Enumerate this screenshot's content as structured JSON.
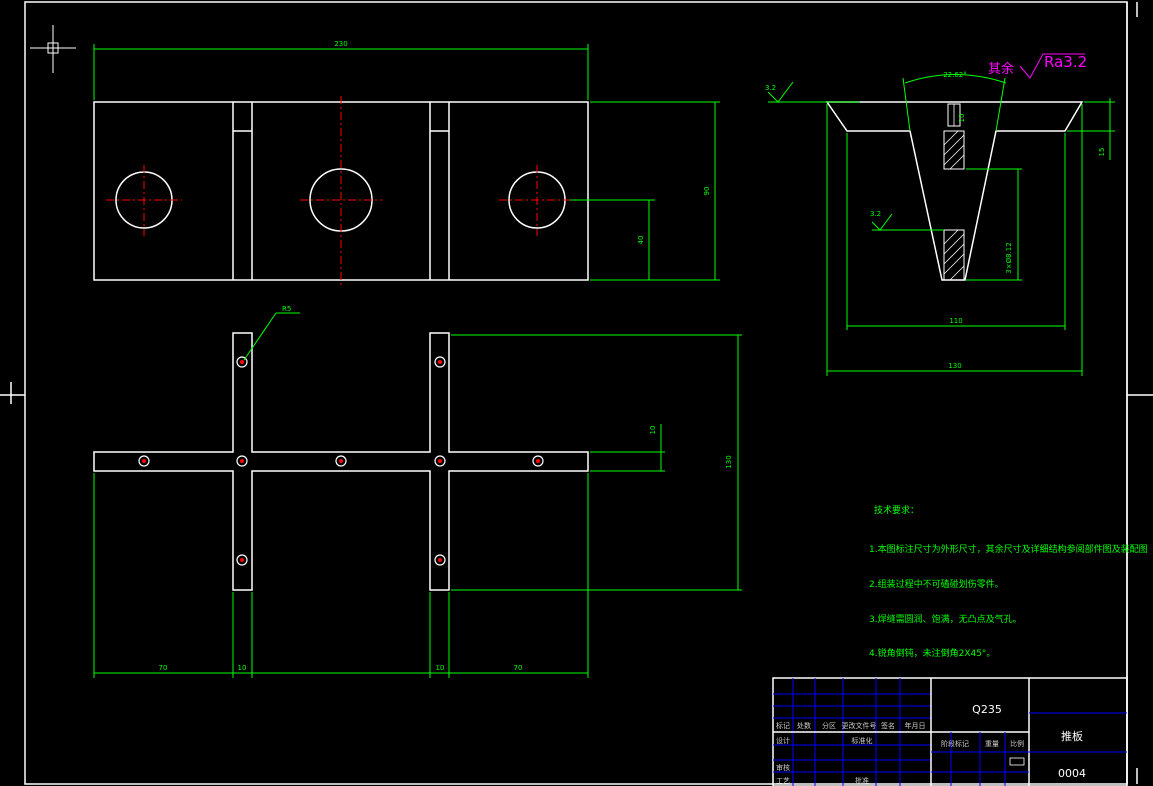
{
  "drawing": {
    "dims": {
      "total_length": "230",
      "height_front": "90",
      "hole_center_height": "40",
      "radius": "R5",
      "bar_width_v": "10",
      "cross_height": "130",
      "left_span": "70",
      "left_bar": "10",
      "right_bar": "10",
      "right_span": "70",
      "angle": "22.62°",
      "side_height": "15",
      "slot_dim": "3×Ø8.12",
      "inner_width": "110",
      "outer_width": "130",
      "roughness_1": "3.2",
      "roughness_2": "3.2",
      "hole_dim": "10"
    },
    "roughness_note": {
      "prefix": "其余",
      "value": "Ra3.2"
    },
    "tech_notes": {
      "title": "技术要求：",
      "items": [
        "1.本图标注尺寸为外形尺寸，其余尺寸及详细结构参阅部件图及装配图",
        "2.组装过程中不可磕碰划伤零件。",
        "3.焊缝需圆润、饱满，无凸点及气孔。",
        "4.锐角倒钝，未注倒角2X45°。"
      ]
    },
    "title_block": {
      "material": "Q235",
      "part_name": "推板",
      "drawing_no": "0004",
      "cells": [
        "标记",
        "处数",
        "分区",
        "更改文件号",
        "签名",
        "年月日",
        "设计",
        "标准化",
        "阶段标记",
        "重量",
        "比例",
        "审核",
        "工艺",
        "批准"
      ]
    }
  }
}
